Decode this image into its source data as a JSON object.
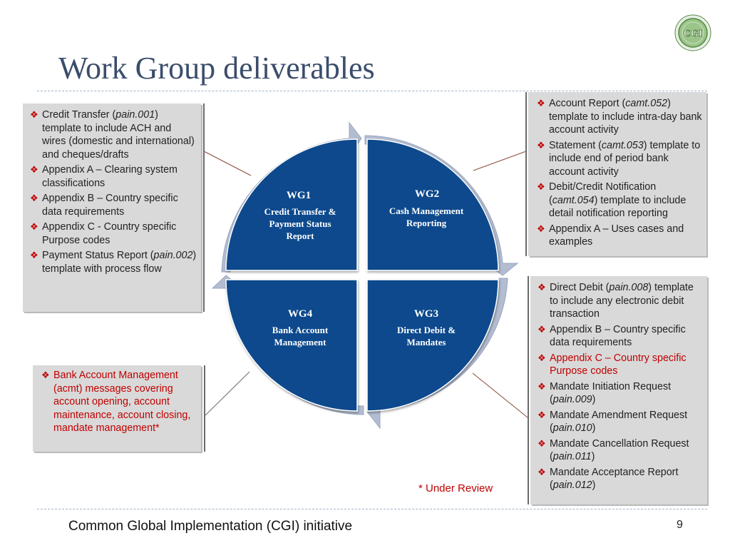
{
  "title": "Work Group deliverables",
  "logo_text": "CGI",
  "colors": {
    "title": "#3b4d6b",
    "quadrant": "#0d4a8c",
    "ring": "#b3bdd1",
    "bullet": "#c00000",
    "box": "#d9d9d9"
  },
  "quadrants": {
    "wg1": {
      "code": "WG1",
      "lines": [
        "Credit Transfer &",
        "Payment Status",
        "Report"
      ]
    },
    "wg2": {
      "code": "WG2",
      "lines": [
        "Cash Management",
        "Reporting"
      ]
    },
    "wg3": {
      "code": "WG3",
      "lines": [
        "Direct Debit &",
        "Mandates"
      ]
    },
    "wg4": {
      "code": "WG4",
      "lines": [
        "Bank Account",
        "Management"
      ]
    }
  },
  "boxes": {
    "wg1": [
      {
        "pre": "Credit Transfer (",
        "em": "pain.001",
        "post": ") template to include ACH and wires (domestic and international) and cheques/drafts"
      },
      {
        "text": "Appendix A – Clearing system classifications"
      },
      {
        "text": "Appendix B – Country specific data requirements"
      },
      {
        "text": "Appendix C - Country specific Purpose codes"
      },
      {
        "pre": "Payment Status Report (",
        "em": "pain.002",
        "post": ") template with process flow"
      }
    ],
    "wg2": [
      {
        "pre": "Account Report (",
        "em": "camt.052",
        "post": ") template to include intra-day bank account activity"
      },
      {
        "pre": "Statement (",
        "em": "camt.053",
        "post": ") template to include end of period bank account activity"
      },
      {
        "pre": "Debit/Credit Notification (",
        "em": "camt.054",
        "post": ") template to include detail notification reporting"
      },
      {
        "text": "Appendix A – Uses cases and examples"
      }
    ],
    "wg3": [
      {
        "pre": "Direct Debit (",
        "em": "pain.008",
        "post": ") template to include any electronic debit transaction"
      },
      {
        "text": "Appendix B – Country specific data requirements"
      },
      {
        "text": "Appendix C – Country specific Purpose codes",
        "red": true
      },
      {
        "pre": "Mandate Initiation Request (",
        "em": "pain.009",
        "post": ")"
      },
      {
        "pre": "Mandate Amendment Request (",
        "em": "pain.010",
        "post": ")"
      },
      {
        "pre": "Mandate Cancellation Request (",
        "em": "pain.011",
        "post": ")"
      },
      {
        "pre": "Mandate Acceptance Report (",
        "em": "pain.012",
        "post": ")"
      }
    ],
    "wg4": [
      {
        "text": "Bank Account Management (acmt) messages covering account opening, account maintenance, account closing, mandate management*",
        "red": true
      }
    ]
  },
  "under_review": "* Under Review",
  "footer": "Common Global Implementation (CGI) initiative",
  "page_number": "9"
}
